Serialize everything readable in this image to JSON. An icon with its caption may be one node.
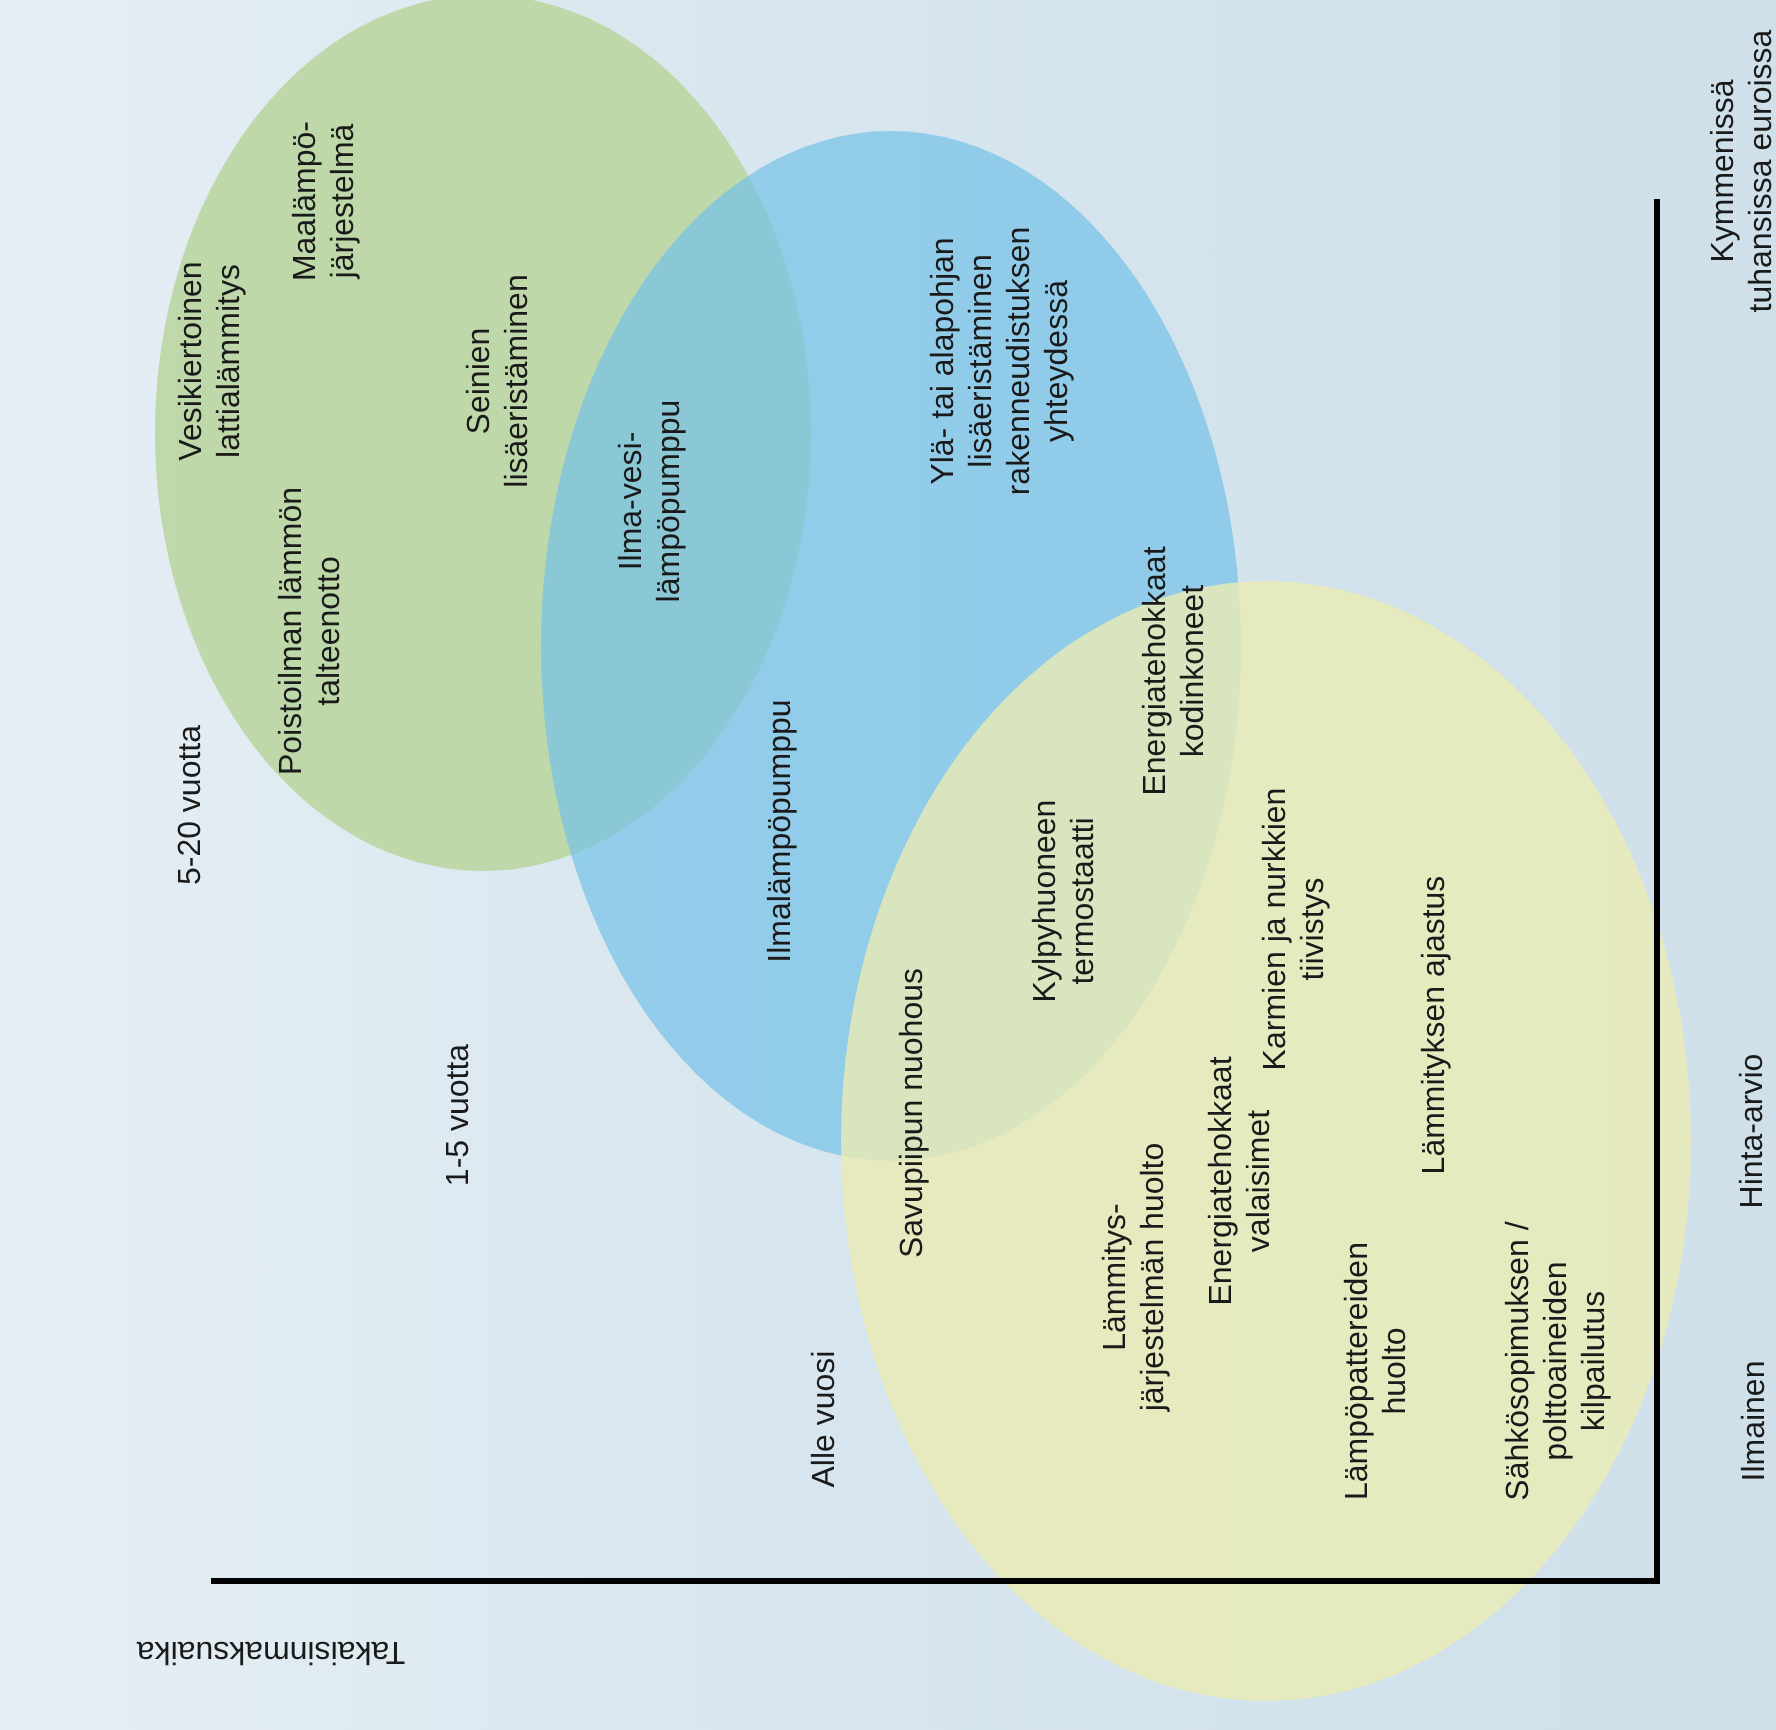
{
  "diagram": {
    "nodes": [
      {
        "text": [
          "Vesikiertoinen lattialämmitys",
          "Maalämpö- järjestelmä",
          "Poistoilman lämmön talteenotto",
          "Seinien lisäeristäminen"
        ]
      },
      {
        "text": [
          "Ilmalämpöpumppu",
          "Ylä- tai alapohjan lisäeristäminen rakenneudistuksen yhteydessä"
        ]
      },
      {
        "text": [
          "Lämmitys- järjestelmän huolto",
          "Energiatehokkaat valaisimet",
          "Karmien ja nurkkien tiivistys",
          "Lämpöpattereiden huolto",
          "Lämmityksen ajastus",
          "Sähkösopimuksen / polttoaineiden kilpailutus"
        ]
      }
    ],
    "labels": [
      "Ilma-vesi- lämpöpumppu",
      "Energiatehokkaat kodinkoneet",
      "Kylpyhuoneen termostaatti",
      "Savupiipun nuohous",
      "Takaisinmaksuaika",
      "5-20 vuotta",
      "1-5 vuotta",
      "Alle vuosi",
      "Ilmainen",
      "Hinta-arvio",
      "Kymmenissä tuhansissa euroissa"
    ]
  }
}
